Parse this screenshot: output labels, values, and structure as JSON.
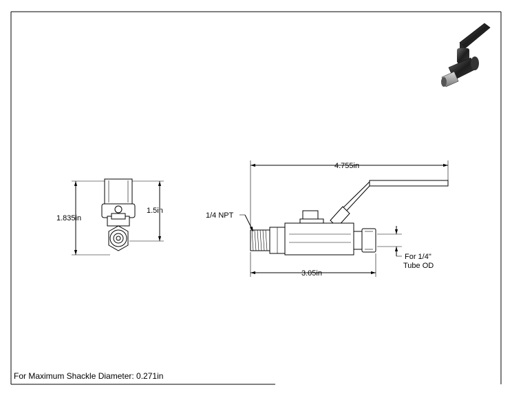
{
  "dimensions": {
    "overall_length": "4.755in",
    "body_length": "3.05in",
    "total_height": "1.835in",
    "body_height": "1.5in",
    "thread": "1/4 NPT",
    "tube_line1": "For 1/4\"",
    "tube_line2": "Tube OD"
  },
  "footer_note": "For Maximum Shackle Diameter: 0.271in",
  "colors": {
    "line": "#000000",
    "background": "#ffffff",
    "render": "#2a2a2a"
  }
}
